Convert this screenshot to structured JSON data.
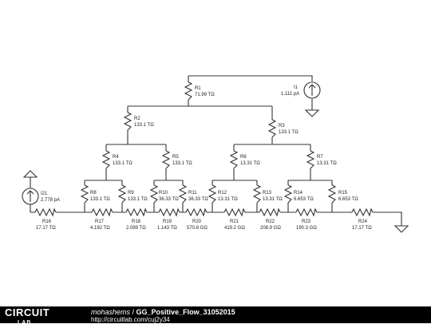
{
  "resistors": {
    "R1": {
      "name": "R1",
      "value": "71.99 TΩ"
    },
    "R2": {
      "name": "R2",
      "value": "133.1 TΩ"
    },
    "R3": {
      "name": "R3",
      "value": "133.1 TΩ"
    },
    "R4": {
      "name": "R4",
      "value": "133.1 TΩ"
    },
    "R5": {
      "name": "R5",
      "value": "133.1 TΩ"
    },
    "R6": {
      "name": "R6",
      "value": "13.31 TΩ"
    },
    "R7": {
      "name": "R7",
      "value": "13.31 TΩ"
    },
    "R8": {
      "name": "R8",
      "value": "133.1 TΩ"
    },
    "R9": {
      "name": "R9",
      "value": "133.1 TΩ"
    },
    "R10": {
      "name": "R10",
      "value": "36.33 TΩ"
    },
    "R11": {
      "name": "R11",
      "value": "36.33 TΩ"
    },
    "R12": {
      "name": "R12",
      "value": "13.31 TΩ"
    },
    "R13": {
      "name": "R13",
      "value": "13.31 TΩ"
    },
    "R14": {
      "name": "R14",
      "value": "6.653 TΩ"
    },
    "R15": {
      "name": "R15",
      "value": "6.653 TΩ"
    },
    "R16": {
      "name": "R16",
      "value": "17.17 TΩ"
    },
    "R17": {
      "name": "R17",
      "value": "4.192 TΩ"
    },
    "R18": {
      "name": "R18",
      "value": "2.089 TΩ"
    },
    "R19": {
      "name": "R19",
      "value": "1.143 TΩ"
    },
    "R20": {
      "name": "R20",
      "value": "570.8 GΩ"
    },
    "R21": {
      "name": "R21",
      "value": "419.2 GΩ"
    },
    "R22": {
      "name": "R22",
      "value": "208.9 GΩ"
    },
    "R23": {
      "name": "R23",
      "value": "190.3 GΩ"
    },
    "R24": {
      "name": "R24",
      "value": "17.17 TΩ"
    }
  },
  "sources": {
    "I1": {
      "name": "I1",
      "value": "1.111 pA"
    },
    "I21": {
      "name": "I21",
      "value": "2.778 pA"
    }
  },
  "footer": {
    "logo_main": "CIRCUIT",
    "logo_sub": "LAB",
    "author": "mohashems",
    "separator": " / ",
    "title": "GG_Positive_Flow_31052015",
    "url": "http://circuitlab.com/cuj2y34"
  }
}
